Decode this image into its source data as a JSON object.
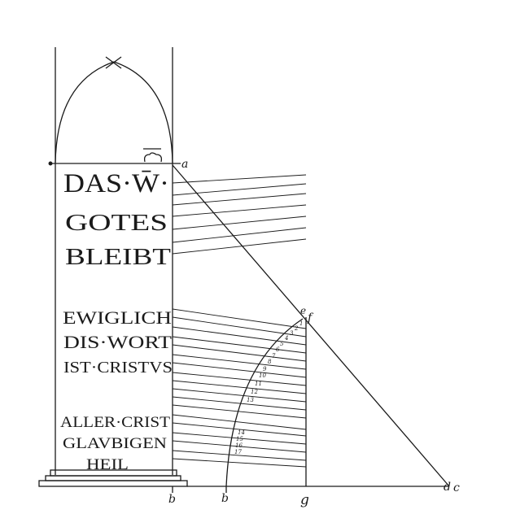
{
  "inscription": {
    "line1": "DAS·W̄·",
    "line2": "GOTES",
    "line3": "BLEIBT",
    "line4": "EWIGLICH",
    "line5": "DIS·WORT",
    "line6": "IST·CRISTVS",
    "line7": "ALLER·CRIST",
    "line8": "GLAVBIGEN",
    "line9": "HEIL"
  },
  "letters": {
    "a": "a",
    "b": "b",
    "b2": "b",
    "c": "c",
    "d": "d",
    "e": "e",
    "f": "f",
    "g": "g"
  },
  "numbers": [
    "1",
    "2",
    "3",
    "4",
    "5",
    "6",
    "7",
    "8",
    "9",
    "10",
    "11",
    "12",
    "13",
    "14",
    "15",
    "16",
    "17"
  ],
  "colors": {
    "ink": "#1a1a1a",
    "paper": "#ffffff"
  }
}
